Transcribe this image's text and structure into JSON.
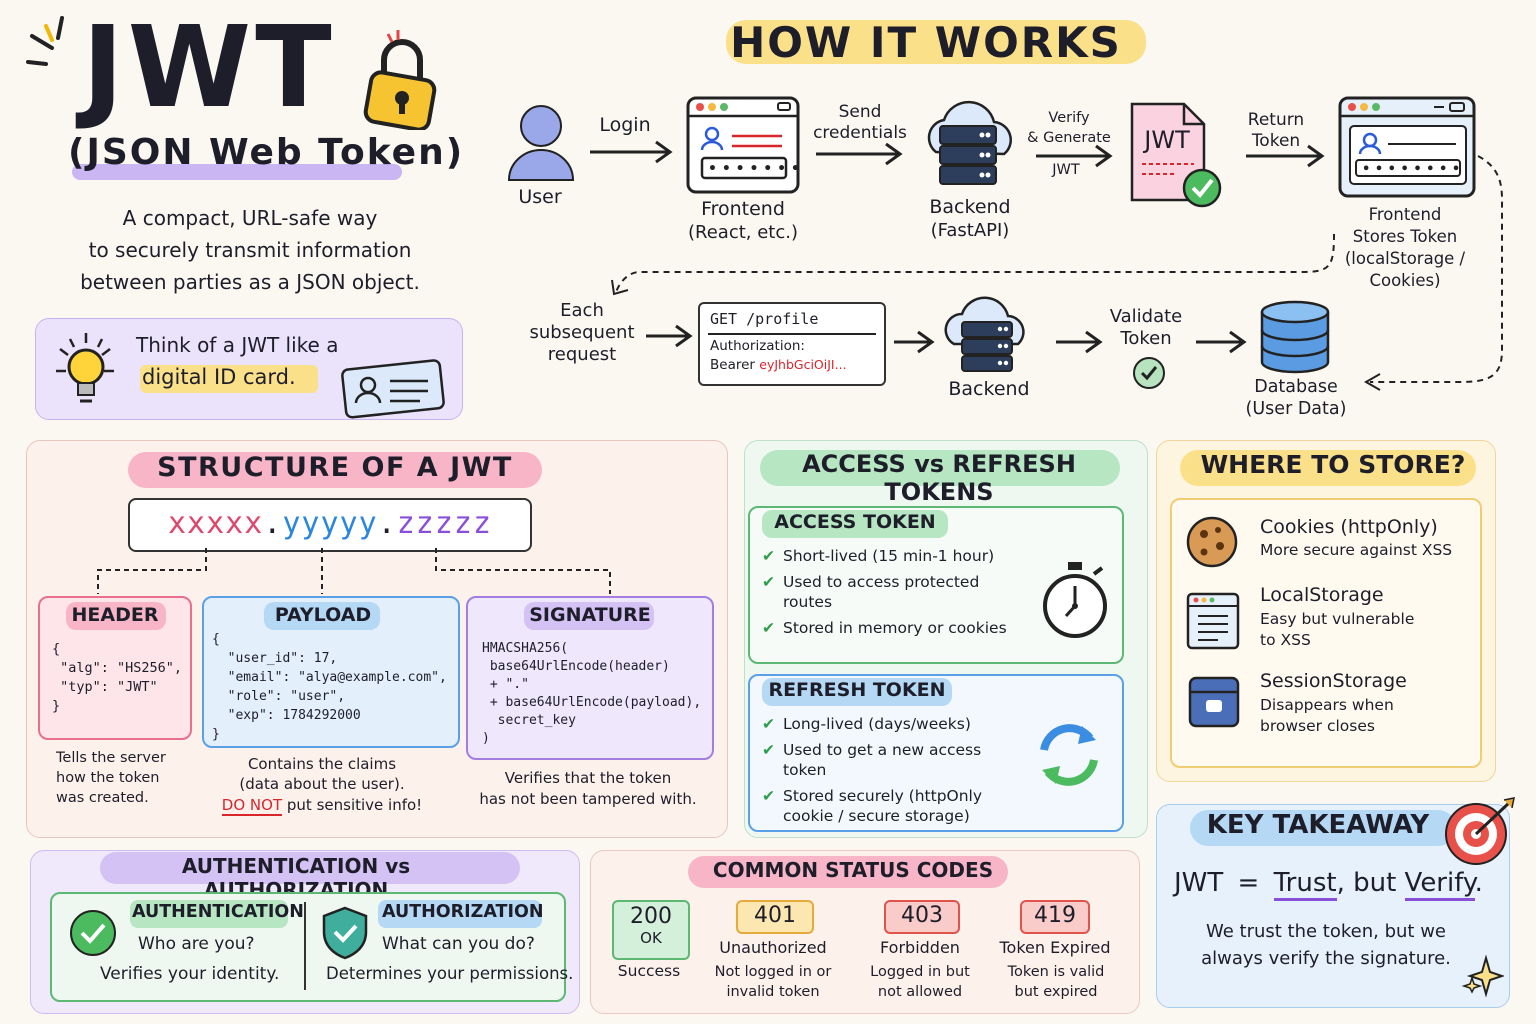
{
  "header": {
    "title": "JWT",
    "subtitle": "(JSON Web Token)",
    "description": [
      "A compact, URL-safe way",
      "to securely transmit information",
      "between parties as a JSON object."
    ],
    "analogy_prefix": "Think of a JWT like a",
    "analogy_highlight": "digital ID card."
  },
  "how_it_works": {
    "title": "HOW IT WORKS",
    "user": "User",
    "login": "Login",
    "frontend": "Frontend",
    "frontend_sub": "(React, etc.)",
    "send_credentials": [
      "Send",
      "credentials"
    ],
    "backend": "Backend",
    "backend_sub": "(FastAPI)",
    "verify_generate": [
      "Verify",
      "& Generate",
      "JWT"
    ],
    "jwt_label": "JWT",
    "return_token": [
      "Return",
      "Token"
    ],
    "frontend_stores": [
      "Frontend",
      "Stores Token",
      "(localStorage /",
      "Cookies)"
    ],
    "each_request": [
      "Each",
      "subsequent",
      "request"
    ],
    "request_line": "GET /profile",
    "request_header": "Authorization:",
    "request_bearer": "Bearer",
    "request_token": "eyJhbGciOiJI...",
    "backend2": "Backend",
    "validate": [
      "Validate",
      "Token"
    ],
    "database": [
      "Database",
      "(User Data)"
    ]
  },
  "structure": {
    "title": "STRUCTURE OF A JWT",
    "part_x": "xxxxx",
    "part_y": "yyyyy",
    "part_z": "zzzzz",
    "dot": ".",
    "header_title": "HEADER",
    "header_code": "{\n \"alg\": \"HS256\",\n \"typ\": \"JWT\"\n}",
    "header_desc": [
      "Tells the server",
      "how the token",
      "was created."
    ],
    "payload_title": "PAYLOAD",
    "payload_code": "{\n  \"user_id\": 17,\n  \"email\": \"alya@example.com\",\n  \"role\": \"user\",\n  \"exp\": 1784292000\n}",
    "payload_desc": [
      "Contains the claims",
      "(data about the user)."
    ],
    "payload_warn_strong": "DO NOT",
    "payload_warn_rest": "put sensitive info!",
    "signature_title": "SIGNATURE",
    "signature_code": "HMACSHA256(\n base64UrlEncode(header)\n + \".\"\n + base64UrlEncode(payload),\n  secret_key\n)",
    "signature_desc": [
      "Verifies that the token",
      "has not been tampered with."
    ]
  },
  "tokens": {
    "title": "ACCESS vs REFRESH TOKENS",
    "access_title": "ACCESS TOKEN",
    "access_items": [
      "Short-lived (15 min-1 hour)",
      "Used to access protected routes",
      "Stored in memory or cookies"
    ],
    "refresh_title": "REFRESH TOKEN",
    "refresh_items": [
      "Long-lived (days/weeks)",
      "Used to get a new access token",
      "Stored securely (httpOnly cookie / secure storage)"
    ]
  },
  "storage": {
    "title": "WHERE TO STORE?",
    "items": [
      {
        "name": "Cookies (httpOnly)",
        "desc": "More secure against XSS"
      },
      {
        "name": "LocalStorage",
        "desc": "Easy but vulnerable to XSS"
      },
      {
        "name": "SessionStorage",
        "desc": "Disappears when browser closes"
      }
    ]
  },
  "auth": {
    "title": "AUTHENTICATION vs AUTHORIZATION",
    "authn_title": "AUTHENTICATION",
    "authn_q": "Who are you?",
    "authn_desc": "Verifies your identity.",
    "authz_title": "AUTHORIZATION",
    "authz_q": "What can you do?",
    "authz_desc": "Determines your permissions."
  },
  "status": {
    "title": "COMMON STATUS CODES",
    "codes": [
      {
        "code": "200",
        "sub": "OK",
        "label": "Success",
        "desc": ""
      },
      {
        "code": "401",
        "sub": "",
        "label": "Unauthorized",
        "desc": "Not logged in or invalid token"
      },
      {
        "code": "403",
        "sub": "",
        "label": "Forbidden",
        "desc": "Logged in but not allowed"
      },
      {
        "code": "419",
        "sub": "",
        "label": "Token Expired",
        "desc": "Token is valid but expired"
      }
    ]
  },
  "takeaway": {
    "title": "KEY TAKEAWAY",
    "line_jwt": "JWT",
    "line_eq": "=",
    "line_trust": "Trust",
    "line_but": ", but",
    "line_verify": "Verify",
    "line_dot": ".",
    "desc": [
      "We trust the token, but we",
      "always verify the signature."
    ]
  },
  "colors": {
    "purple_hl": "#c9b6f2",
    "yellow_hl": "#fbe08a",
    "pink_hl": "#f8b5c8",
    "green_hl": "#b6e6c2",
    "blue_hl": "#b5d8f5",
    "red": "#d8262b",
    "blue": "#2b7bd9",
    "violet": "#8a4fd9"
  }
}
